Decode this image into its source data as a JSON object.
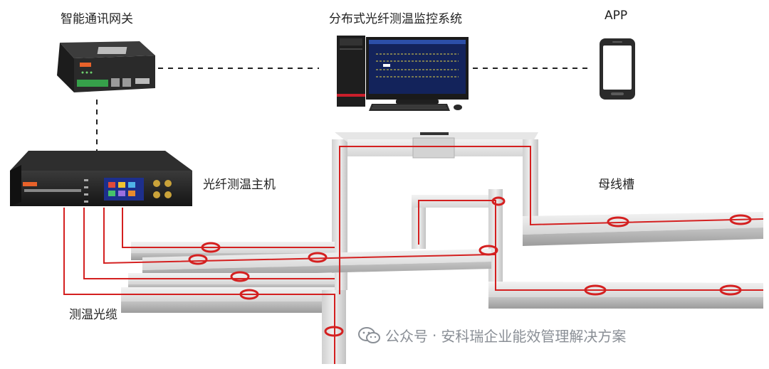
{
  "labels": {
    "gateway": "智能通讯网关",
    "monitoring_system": "分布式光纤测温监控系统",
    "app": "APP",
    "host": "光纤测温主机",
    "busway": "母线槽",
    "cable": "测温光缆"
  },
  "watermark": {
    "account_prefix": "公众号",
    "separator": "·",
    "account_name": "安科瑞企业能效管理解决方案"
  },
  "colors": {
    "fiber": "#d42020",
    "busway_light": "#e6e6e6",
    "busway_dark": "#b8b8b8",
    "device_dark": "#222222",
    "brand_orange": "#e8622a"
  }
}
